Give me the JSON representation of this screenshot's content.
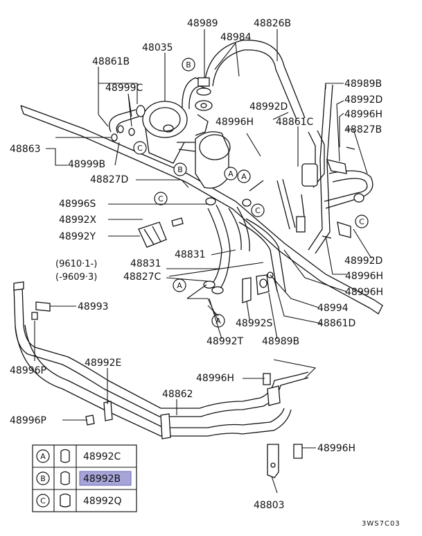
{
  "callouts": {
    "p48989": "48989",
    "p48826B": "48826B",
    "p48035": "48035",
    "p48984": "48984",
    "p48861B": "48861B",
    "p48999C": "48999C",
    "p48992D_top": "48992D",
    "p48989B_right": "48989B",
    "p48992D_right": "48992D",
    "p48996H_right": "48996H",
    "p48827B": "48827B",
    "p48996H_mid": "48996H",
    "p48861C": "48861C",
    "p48863": "48863",
    "p48999B": "48999B",
    "p48827D": "48827D",
    "p48996S": "48996S",
    "p48992X": "48992X",
    "p48992Y": "48992Y",
    "p48831_a": "48831",
    "p48831_b": "48831",
    "p48827C": "48827C",
    "serial_from": "(9610·1-)",
    "serial_to": "(-9609·3)",
    "p48992D_low": "48992D",
    "p48996H_low1": "48996H",
    "p48996H_low2": "48996H",
    "p48994": "48994",
    "p48861D": "48861D",
    "p48993": "48993",
    "p48992S": "48992S",
    "p48992T": "48992T",
    "p48989B_low": "48989B",
    "p48996P_a": "48996P",
    "p48992E": "48992E",
    "p48996H_bottom": "48996H",
    "p48862": "48862",
    "p48996P_b": "48996P",
    "p48996H_br": "48996H",
    "p48803": "48803"
  },
  "markers": {
    "A": "A",
    "B": "B",
    "C": "C"
  },
  "legend": {
    "rows": [
      {
        "marker": "A",
        "part": "48992C",
        "highlighted": false
      },
      {
        "marker": "B",
        "part": "48992B",
        "highlighted": true
      },
      {
        "marker": "C",
        "part": "48992Q",
        "highlighted": false
      }
    ],
    "highlight_color": "#a7a4d8"
  },
  "diagram_code": "3WS7C03"
}
